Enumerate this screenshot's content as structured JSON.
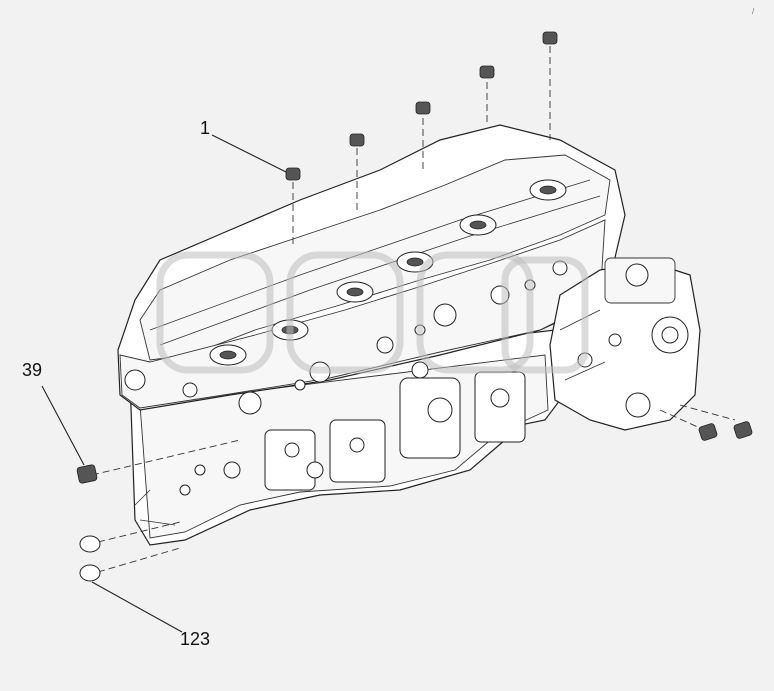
{
  "callouts": {
    "c1": "1",
    "c39": "39",
    "c123": "123"
  },
  "colors": {
    "background": "#f2f2f2",
    "line": "#222222"
  }
}
